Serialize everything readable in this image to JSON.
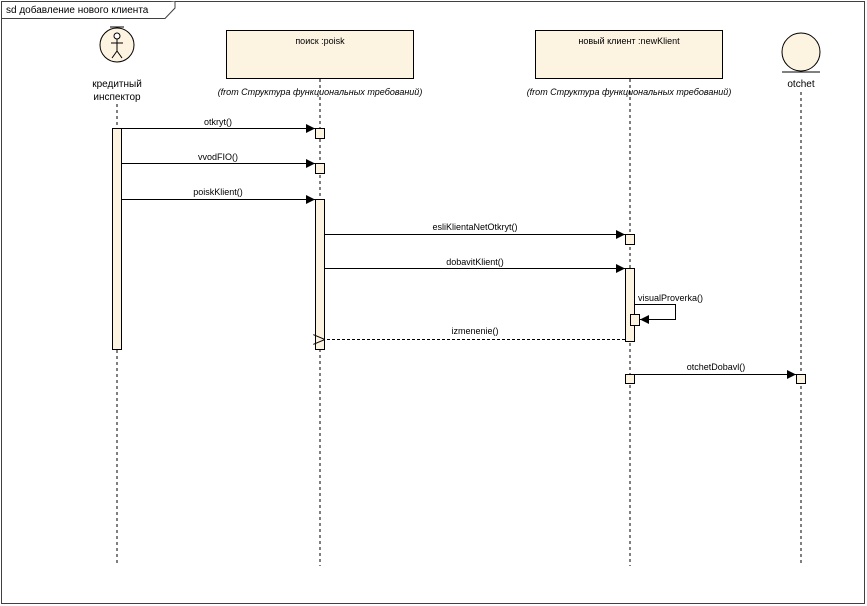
{
  "frame": {
    "title": "sd добавление нового клиента"
  },
  "lifelines": {
    "inspector": {
      "label_line1": "кредитный",
      "label_line2": "инспектор",
      "icon": "actor-icon"
    },
    "poisk": {
      "label": "поиск :poisk",
      "note": "(from Структура функциональных требований)"
    },
    "newKlient": {
      "label": "новый клиент :newKlient",
      "note": "(from Структура функциональных требований)"
    },
    "otchet": {
      "label": "otchet",
      "icon": "entity-icon"
    }
  },
  "messages": {
    "m1": {
      "label": "otkryt()",
      "kind": "sync"
    },
    "m2": {
      "label": "vvodFIO()",
      "kind": "sync"
    },
    "m3": {
      "label": "poiskKlient()",
      "kind": "sync"
    },
    "m4": {
      "label": "esliKlientaNetOtkryt()",
      "kind": "sync"
    },
    "m5": {
      "label": "dobavitKlient()",
      "kind": "sync"
    },
    "m6": {
      "label": "visualProverka()",
      "kind": "self"
    },
    "m7": {
      "label": "izmenenie()",
      "kind": "return"
    },
    "m8": {
      "label": "otchetDobavl()",
      "kind": "sync"
    }
  },
  "colors": {
    "box_fill": "#fcf3e1",
    "activation_fill": "#fcf3e1",
    "line": "#000000",
    "frame_border": "#404040"
  }
}
